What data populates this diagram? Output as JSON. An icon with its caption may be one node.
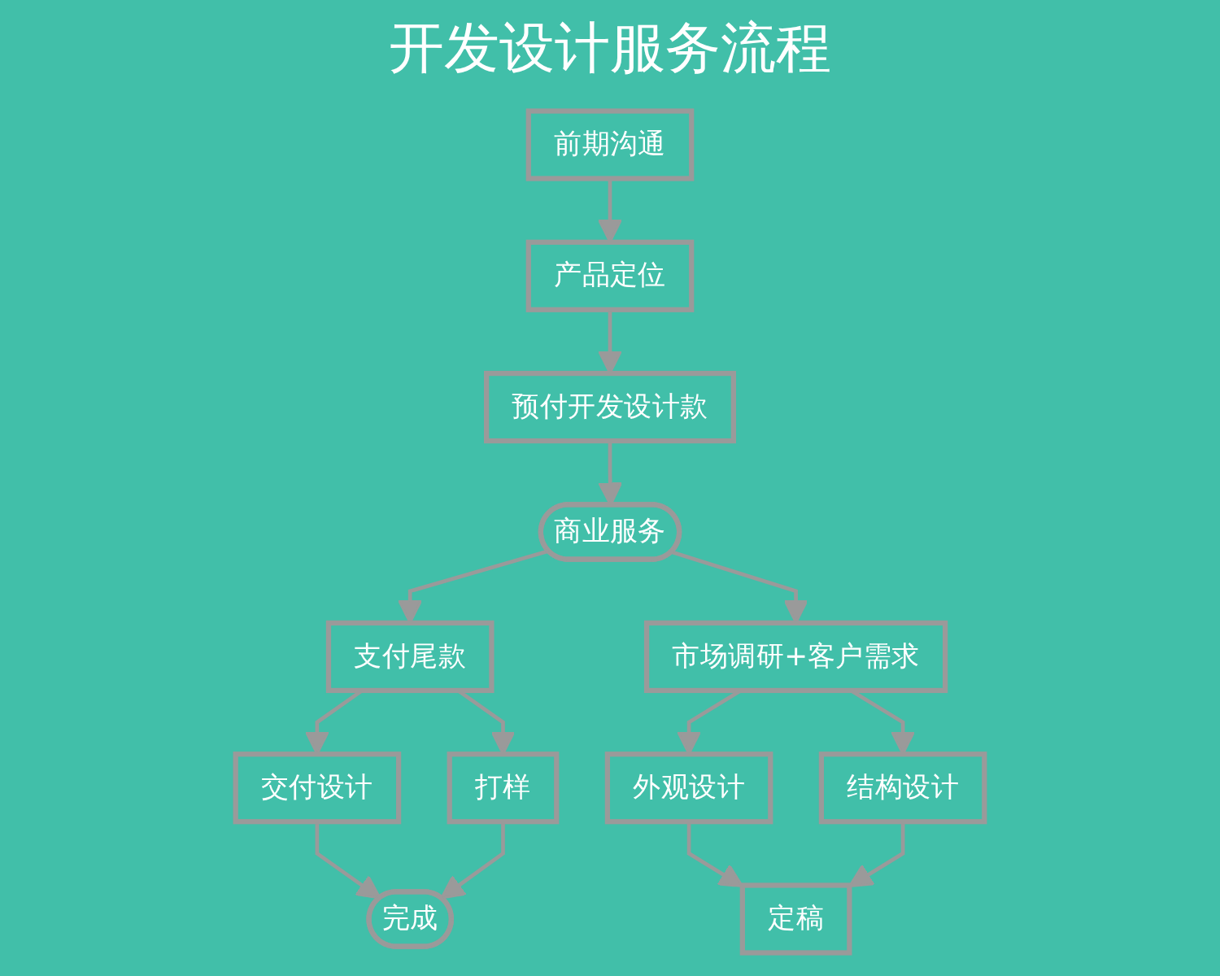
{
  "diagram": {
    "title": "开发设计服务流程",
    "nodes": [
      {
        "text": [
          "前期沟通"
        ]
      },
      {
        "text": [
          "产品定位"
        ]
      },
      {
        "text": [
          "预付开发设计款"
        ]
      },
      {
        "text": [
          "商业服务"
        ]
      },
      {
        "text": [
          "支付尾款"
        ]
      },
      {
        "text": [
          "交付设计"
        ]
      },
      {
        "text": [
          "打样"
        ]
      },
      {
        "text": [
          "完成"
        ]
      },
      {
        "text": [
          "市场调研+客户需求"
        ]
      },
      {
        "text": [
          "外观设计"
        ]
      },
      {
        "text": [
          "结构设计"
        ]
      },
      {
        "text": [
          "定稿"
        ]
      }
    ],
    "edges": [
      {
        "from": 0,
        "to": 1,
        "arrow": "to"
      },
      {
        "from": 1,
        "to": 2,
        "arrow": "to"
      },
      {
        "from": 2,
        "to": 3,
        "arrow": "to"
      },
      {
        "from": 3,
        "to": 4,
        "arrow": "to"
      },
      {
        "from": 4,
        "to": 5,
        "arrow": "to"
      },
      {
        "from": 4,
        "to": 6,
        "arrow": "to"
      },
      {
        "from": 5,
        "to": 7,
        "arrow": "to"
      },
      {
        "from": 6,
        "to": 7,
        "arrow": "to"
      },
      {
        "from": 3,
        "to": 8,
        "arrow": "to"
      },
      {
        "from": 8,
        "to": 9,
        "arrow": "to"
      },
      {
        "from": 8,
        "to": 10,
        "arrow": "to"
      },
      {
        "from": 9,
        "to": 11,
        "arrow": "to"
      },
      {
        "from": 10,
        "to": 11,
        "arrow": "to"
      }
    ]
  }
}
